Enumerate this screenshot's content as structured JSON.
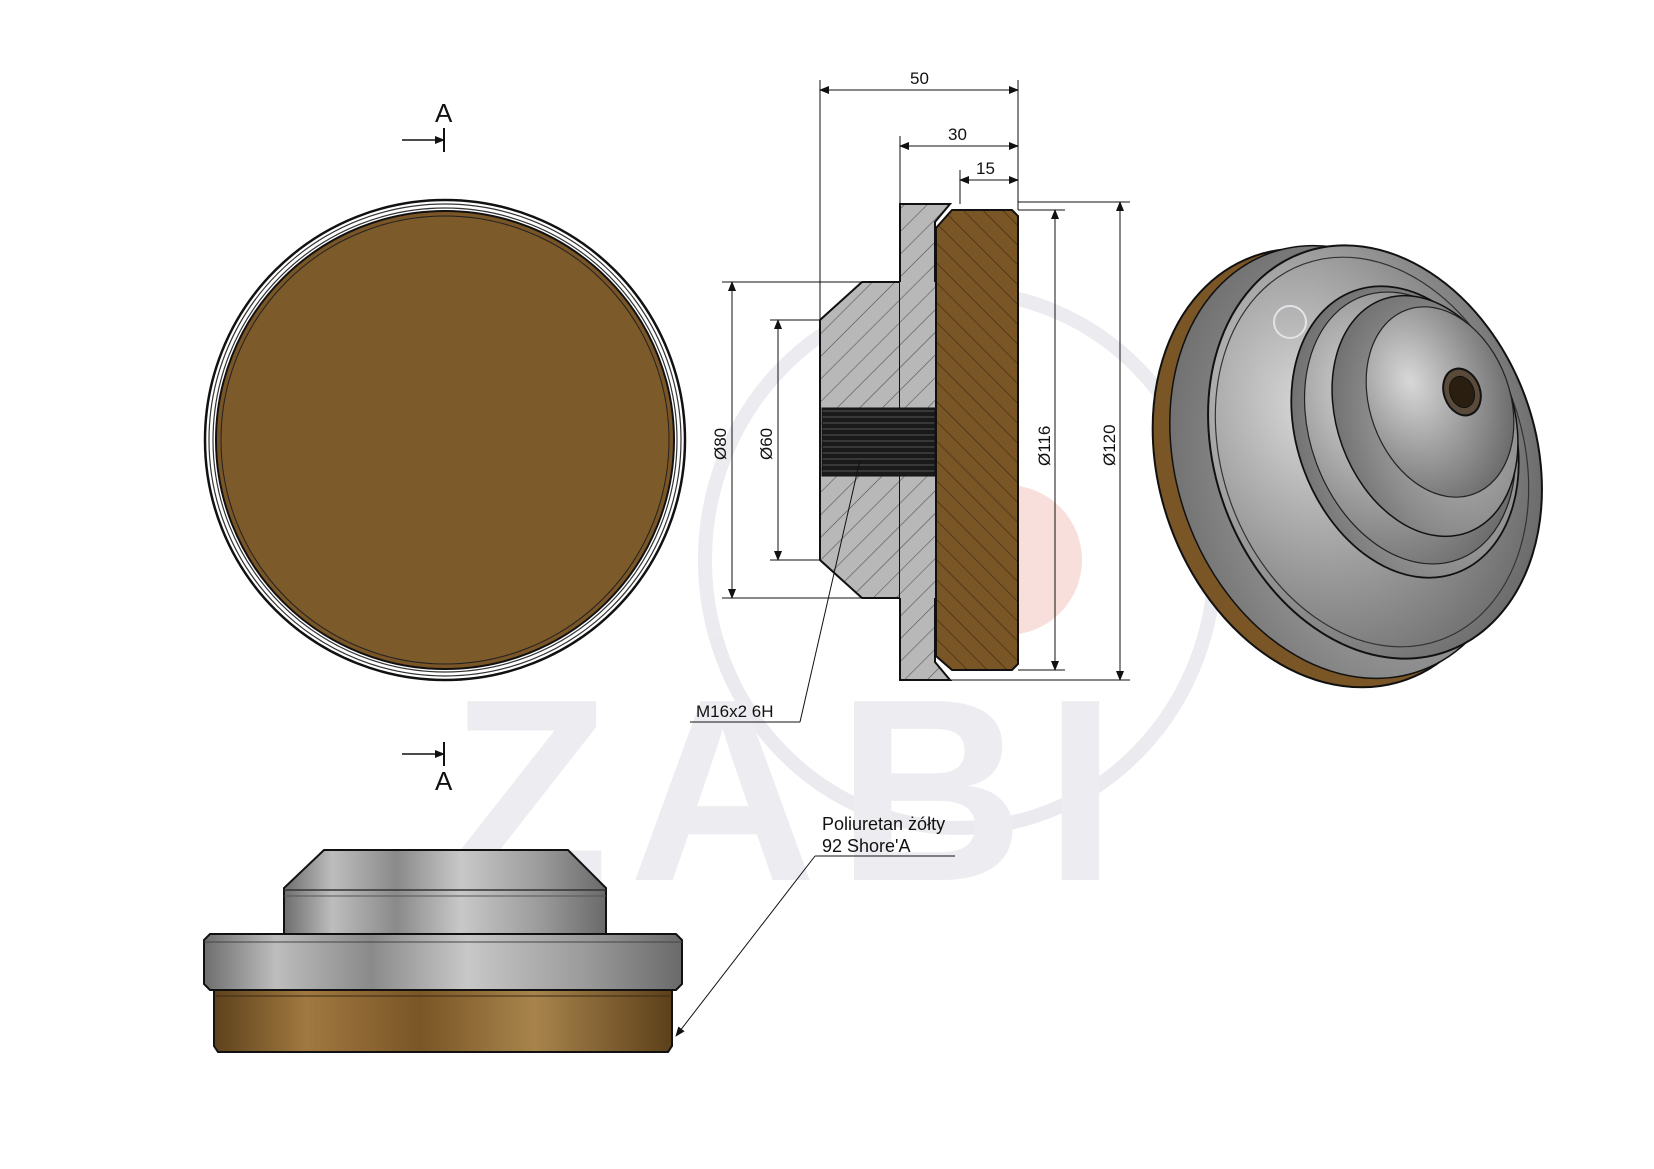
{
  "section_marker": "A",
  "dimensions": {
    "length_total": "50",
    "length_metal": "30",
    "length_pu": "15",
    "dia_80": "Ø80",
    "dia_60": "Ø60",
    "dia_116": "Ø116",
    "dia_120": "Ø120"
  },
  "labels": {
    "thread": "M16x2 6H",
    "material_line1": "Poliuretan żółty",
    "material_line2": "92 Shore'A"
  },
  "colors": {
    "polyurethane": "#7a5526",
    "steel": "#a0a0a0",
    "watermark": "#e6e6ea",
    "watermark_accent": "#f6d0cc"
  },
  "watermark": {
    "icon": "zabi-logo-watermark"
  }
}
